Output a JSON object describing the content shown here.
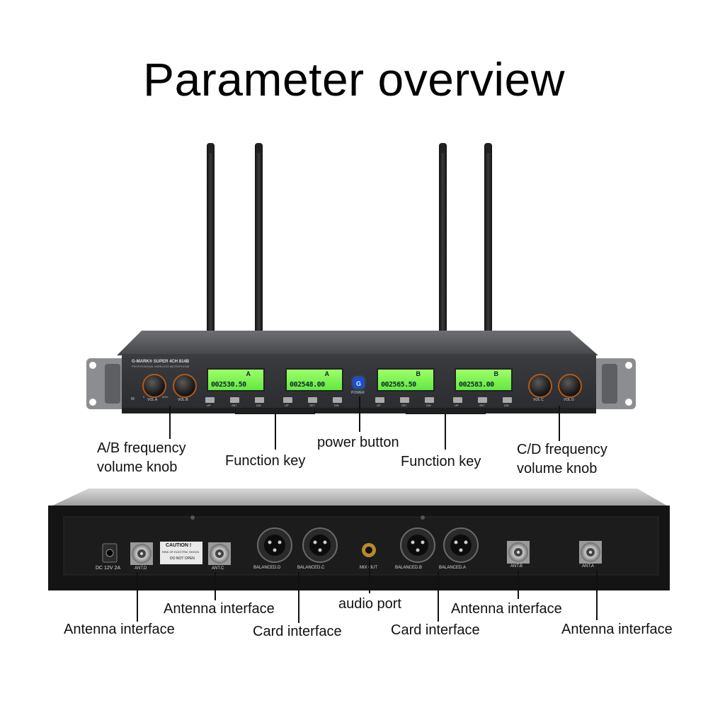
{
  "title": "Parameter overview",
  "front_panel": {
    "brand": "G-MARK® SUPER 4CH 814B",
    "subtitle": "PROFESSIONAL WIRELESS MICROPHONE",
    "ir_label": "IR",
    "knob_labels": [
      "VOL A",
      "VOL B",
      "VOL C",
      "VOL D"
    ],
    "knob_scale_min": "0",
    "knob_scale_max": "MAX",
    "lcd_channels": [
      "A",
      "A",
      "B",
      "B"
    ],
    "lcd_freqs": [
      "002530.50",
      "002548.00",
      "002565.50",
      "002583.00"
    ],
    "key_labels": [
      "UP",
      "SET",
      "DW"
    ],
    "power_label": "POWER",
    "power_letter": "G",
    "accent_lcd": "#7dff5a"
  },
  "rear_panel": {
    "dc_label": "DC 12V 2A",
    "caution_title": "CAUTION !",
    "caution_line1": "RISK OF ELECTRIC SHOCK",
    "caution_line2": "DO NOT OPEN",
    "antenna_labels": [
      "ANT.D",
      "ANT.C",
      "ANT.B",
      "ANT.A"
    ],
    "xlr_labels": [
      "BALANCED.D",
      "BALANCED.C",
      "BALANCED.B",
      "BALANCED.A"
    ],
    "mix_out": "MIX OUT"
  },
  "callouts": {
    "ab_knob_line1": "A/B frequency",
    "ab_knob_line2": "volume knob",
    "function_key_left": "Function key",
    "power_button": "power button",
    "function_key_right": "Function key",
    "cd_knob_line1": "C/D frequency",
    "cd_knob_line2": "volume knob",
    "antenna_c": "Antenna interface",
    "antenna_d": "Antenna interface",
    "card_left": "Card interface",
    "audio_port": "audio port",
    "card_right": "Card interface",
    "antenna_b": "Antenna interface",
    "antenna_a": "Antenna interface"
  }
}
